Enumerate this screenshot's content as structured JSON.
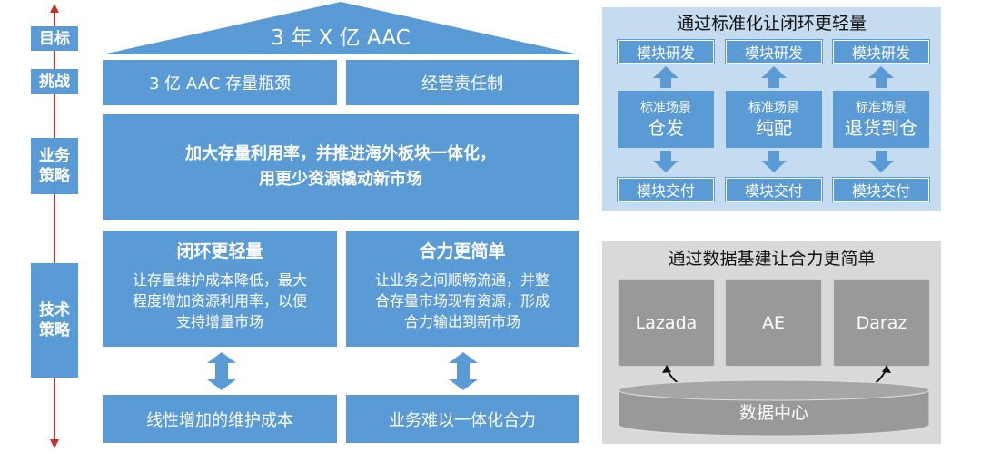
{
  "colors": {
    "block": "#5b9bd5",
    "axis": "#c0322b",
    "panel_blue": "#c5dbef",
    "panel_grey": "#d9d9d9",
    "grey_box": "#999999"
  },
  "left_axis": {
    "labels": [
      "目标",
      "挑战",
      "业务\n策略",
      "技术\n策略"
    ]
  },
  "goal": {
    "text": "3 年 X 亿 AAC"
  },
  "challenges": [
    "3 亿 AAC 存量瓶颈",
    "经营责任制"
  ],
  "business_strategy": {
    "line1": "加大存量利用率，并推进海外板块一体化，",
    "line2": "用更少资源撬动新市场"
  },
  "tech": [
    {
      "title": "闭环更轻量",
      "lines": [
        "让存量维护成本降低，最大",
        "程度增加资源利用率，以便",
        "支持增量市场"
      ],
      "bottom": "线性增加的维护成本"
    },
    {
      "title": "合力更简单",
      "lines": [
        "让业务之间顺畅流通，并整",
        "合存量市场现有资源，形成",
        "合力输出到新市场"
      ],
      "bottom": "业务难以一体化合力"
    }
  ],
  "loop_panel": {
    "title": "通过标准化让闭环更轻量",
    "top_labels": [
      "模块研发",
      "模块研发",
      "模块研发"
    ],
    "scenes": [
      {
        "small": "标准场景",
        "large": "仓发"
      },
      {
        "small": "标准场景",
        "large": "纯配"
      },
      {
        "small": "标准场景",
        "large": "退货到仓"
      }
    ],
    "bottom_labels": [
      "模块交付",
      "模块交付",
      "模块交付"
    ]
  },
  "data_panel": {
    "title": "通过数据基建让合力更简单",
    "markets": [
      "Lazada",
      "AE",
      "Daraz"
    ],
    "center": "数据中心"
  }
}
